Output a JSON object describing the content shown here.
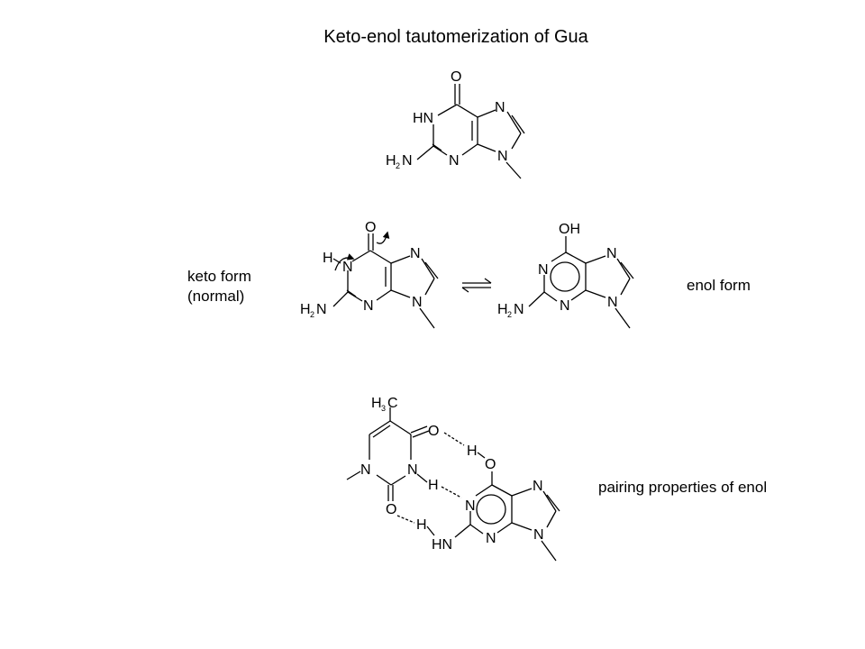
{
  "title": "Keto-enol tautomerization of Gua",
  "labels": {
    "keto_form": "keto form",
    "keto_note": "(normal)",
    "enol_form": "enol form",
    "pairing": "pairing properties of enol"
  },
  "atoms": {
    "O": "O",
    "N": "N",
    "HN": "HN",
    "H": "H",
    "H2N_H": "H",
    "H2N_2": "2",
    "H2N_N": "N",
    "OH": "OH",
    "H3C_H": "H",
    "H3C_3": "3",
    "H3C_C": "C"
  }
}
